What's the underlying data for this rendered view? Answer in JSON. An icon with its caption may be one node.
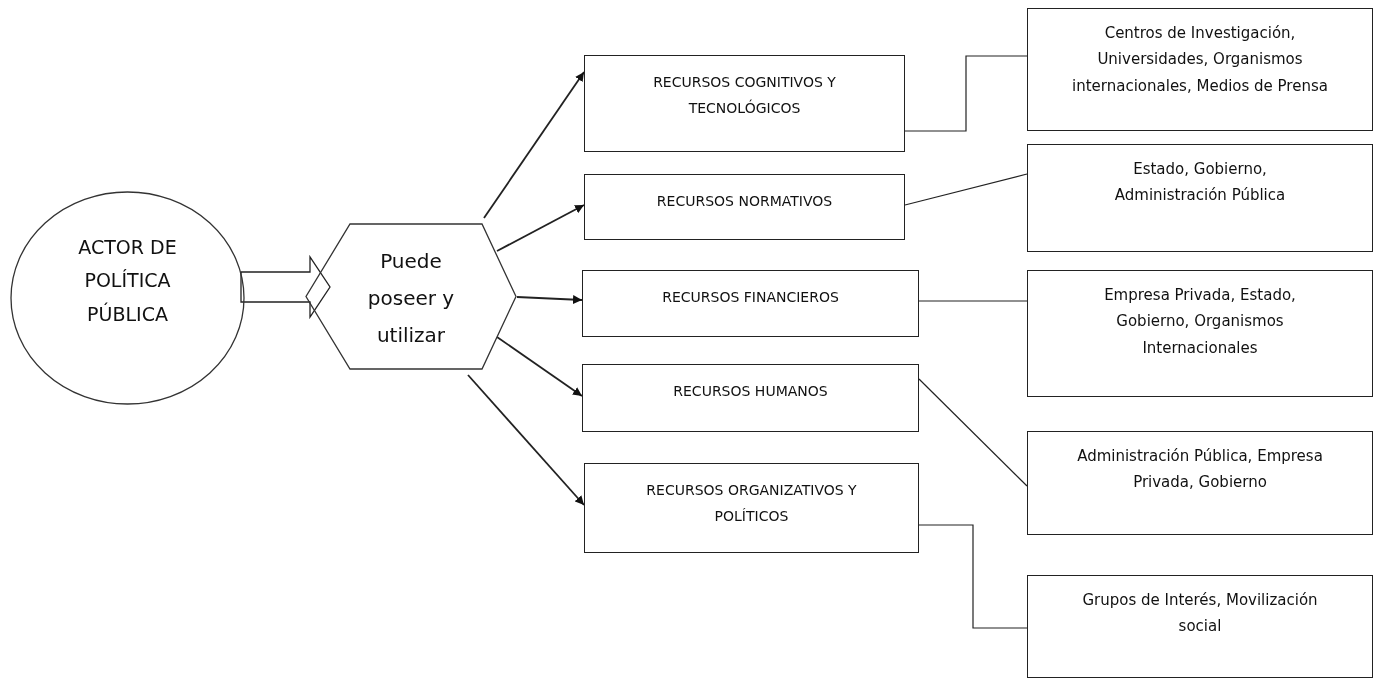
{
  "diagram": {
    "nodes": [
      {
        "text": [
          "ACTOR DE POLÍTICA PÚBLICA"
        ]
      },
      {
        "text": [
          "Puede poseer y utilizar"
        ]
      },
      {
        "text": [
          "RECURSOS COGNITIVOS  Y TECNOLÓGICOS"
        ]
      },
      {
        "text": [
          "RECURSOS NORMATIVOS"
        ]
      },
      {
        "text": [
          "RECURSOS FINANCIEROS"
        ]
      },
      {
        "text": [
          "RECURSOS HUMANOS"
        ]
      },
      {
        "text": [
          "RECURSOS ORGANIZATIVOS  Y POLÍTICOS"
        ]
      },
      {
        "text": [
          "Centros de Investigación, Universidades, Organismos internacionales, Medios de Prensa"
        ]
      },
      {
        "text": [
          "Estado, Gobierno, Administración Pública"
        ]
      },
      {
        "text": [
          "Empresa Privada, Estado, Gobierno, Organismos Internacionales"
        ]
      },
      {
        "text": [
          "Administración Pública, Empresa Privada, Gobierno"
        ]
      },
      {
        "text": [
          "Grupos de Interés, Movilización social"
        ]
      }
    ],
    "edges": [
      {
        "from": 0,
        "to": 1,
        "arrow": "to",
        "style": "thick"
      },
      {
        "from": 1,
        "to": 2,
        "arrow": "to"
      },
      {
        "from": 1,
        "to": 3,
        "arrow": "to"
      },
      {
        "from": 1,
        "to": 4,
        "arrow": "to"
      },
      {
        "from": 1,
        "to": 5,
        "arrow": "to"
      },
      {
        "from": 1,
        "to": 6,
        "arrow": "to"
      },
      {
        "from": 2,
        "to": 7,
        "arrow": "none"
      },
      {
        "from": 3,
        "to": 8,
        "arrow": "none"
      },
      {
        "from": 4,
        "to": 9,
        "arrow": "none"
      },
      {
        "from": 5,
        "to": 10,
        "arrow": "none"
      },
      {
        "from": 6,
        "to": 11,
        "arrow": "none"
      }
    ]
  }
}
